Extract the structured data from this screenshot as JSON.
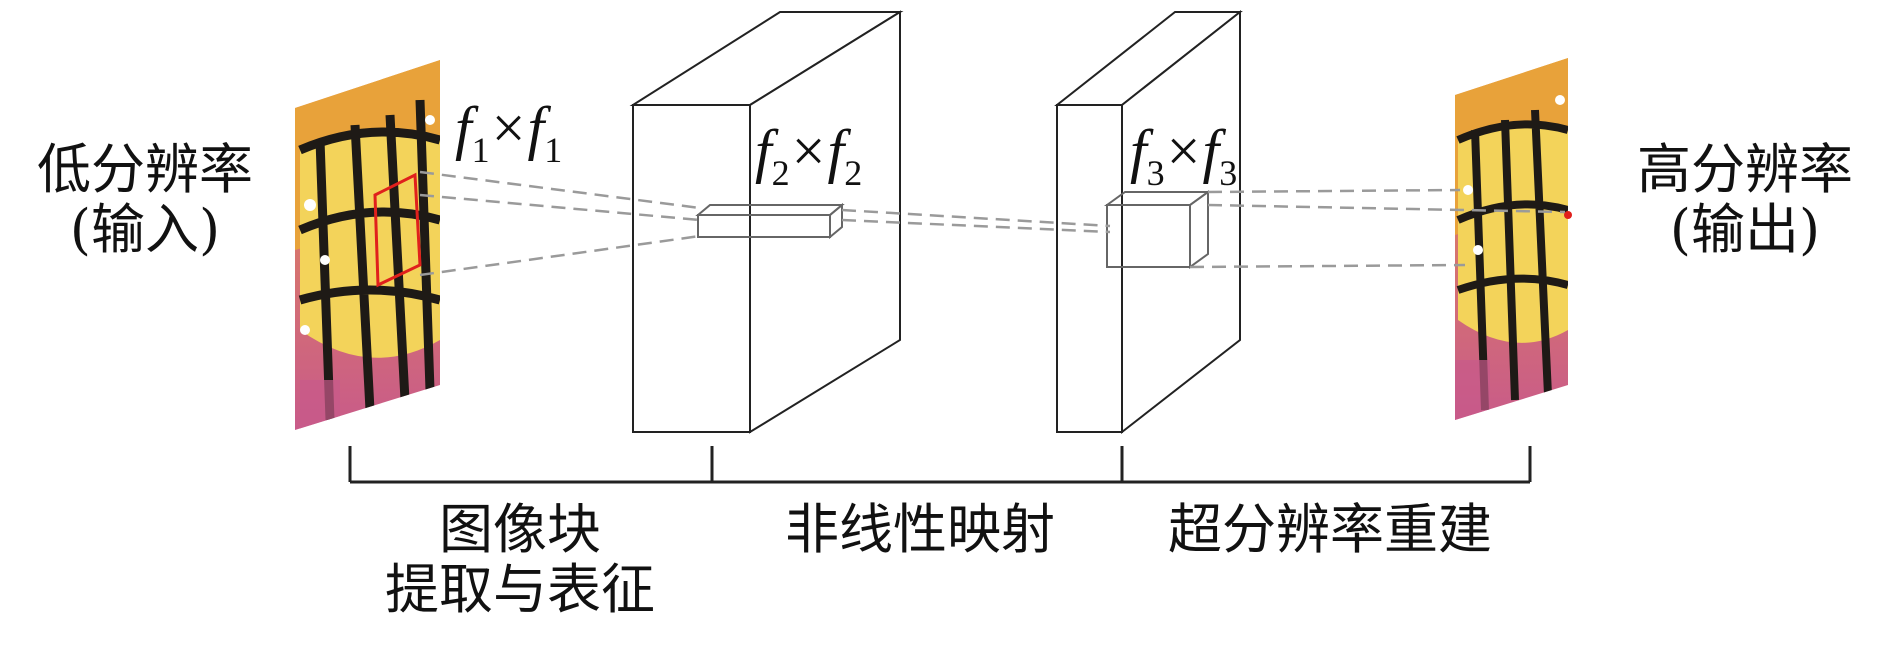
{
  "labels": {
    "input_line1": "低分辨率",
    "input_line2": "(输入)",
    "output_line1": "高分辨率",
    "output_line2": "(输出)",
    "stage1_line1": "图像块",
    "stage1_line2": "提取与表征",
    "stage2": "非线性映射",
    "stage3": "超分辨率重建"
  },
  "filters": {
    "f1": {
      "var": "f",
      "sub": "1",
      "op": "×"
    },
    "f2": {
      "var": "f",
      "sub": "2",
      "op": "×"
    },
    "f3": {
      "var": "f",
      "sub": "3",
      "op": "×"
    }
  },
  "colors": {
    "line": "#222222",
    "dash": "#9a9a9a",
    "patch_highlight": "#e0201c",
    "wing_orange": "#e8a23a",
    "wing_yellow": "#f3d35a",
    "wing_vein": "#1e1a16",
    "flower_pink": "#c85a8a"
  }
}
